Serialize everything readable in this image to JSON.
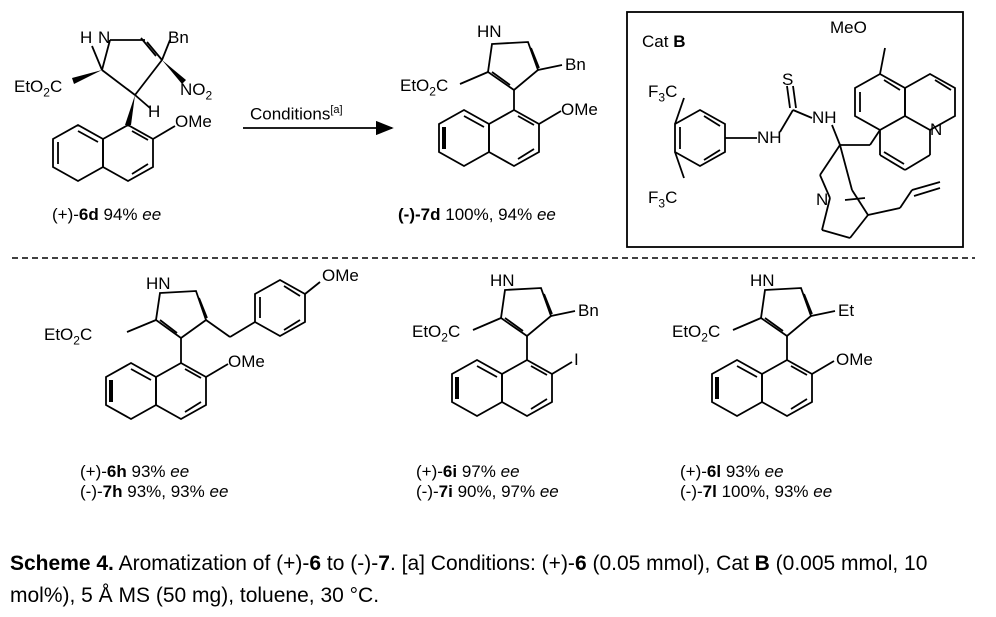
{
  "reaction": {
    "conditions": "Conditions",
    "conditions_sup": "[a]",
    "substrate_sign": "(+)-",
    "substrate_id": "6d",
    "substrate_ee": "94%",
    "product_sign": "(-)-",
    "product_id": "7d",
    "product_yield": "100%,",
    "product_ee": "94%"
  },
  "catalyst": {
    "title_prefix": "Cat",
    "title_letter": "B"
  },
  "atoms": {
    "N": "N",
    "HN": "HN",
    "NH": "NH",
    "H": "H",
    "Bn": "Bn",
    "NO2": "NO",
    "EtO2C_a": "EtO",
    "EtO2C_b": "C",
    "OMe": "OMe",
    "MeO": "MeO",
    "F3C_a": "F",
    "F3C_b": "C",
    "S": "S",
    "I": "I",
    "Et": "Et"
  },
  "compounds": [
    {
      "sign1": "(+)-",
      "id1": "6h",
      "ee1": "93%",
      "sign2": "(-)-",
      "id2": "7h",
      "yield2": "93%,",
      "ee2": "93%"
    },
    {
      "sign1": "(+)-",
      "id1": "6i",
      "ee1": "97%",
      "sign2": "(-)-",
      "id2": "7i",
      "yield2": "90%,",
      "ee2": "97%"
    },
    {
      "sign1": "(+)-",
      "id1": "6l",
      "ee1": "93%",
      "sign2": "(-)-",
      "id2": "7l",
      "yield2": "100%,",
      "ee2": "93%"
    }
  ],
  "ee_label": "ee",
  "caption": {
    "label": "Scheme 4.",
    "t1": " Aromatization of (+)-",
    "c1": "6",
    "t2": " to (-)-",
    "c2": "7",
    "t3": ". [a] Conditions: (+)-",
    "c3": "6",
    "t4": " (0.05 mmol), Cat ",
    "c4": "B",
    "t5": " (0.005 mmol, 10 mol%), 5 Å MS (50 mg), toluene, 30 °C."
  },
  "colors": {
    "ink": "#000000",
    "divider": "#000000",
    "background": "#ffffff"
  }
}
